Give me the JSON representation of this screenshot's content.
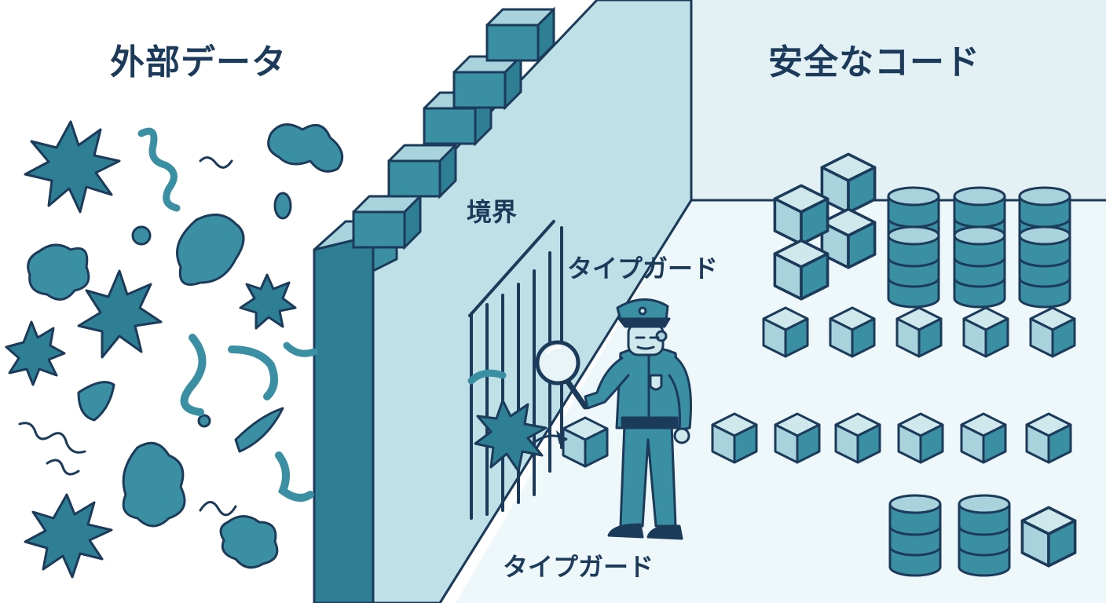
{
  "labels": {
    "external_data": "外部データ",
    "safe_code": "安全なコード",
    "boundary": "境界",
    "type_guard_upper": "タイプガード",
    "type_guard_lower": "タイプガード"
  },
  "colors": {
    "outline": "#1c3a5a",
    "teal": "#3a8fa3",
    "teal_dark": "#2f7f94",
    "light": "#a9d3dc",
    "pale": "#cfe8ec",
    "bg_right": "#e9f4f6"
  },
  "icons": {
    "officer": "police-officer-icon",
    "magnifier": "magnifying-glass-icon"
  }
}
